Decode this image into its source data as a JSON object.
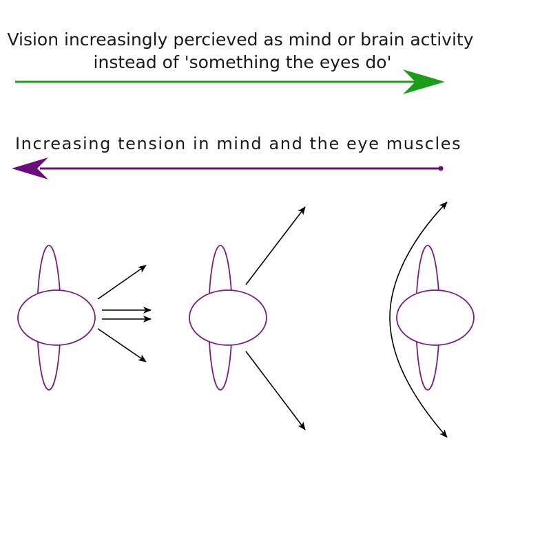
{
  "captions": {
    "vision_line1": "Vision increasingly percieved as mind or brain activity",
    "vision_line2": "instead of 'something the eyes do'",
    "tension": "Increasing tension in mind and the eye muscles"
  },
  "colors": {
    "vision_arrow": "#1a9e1a",
    "tension_arrow": "#6e0a80",
    "eye_outline": "#7a1a82",
    "ray": "#000000",
    "text": "#1a1a1a"
  },
  "eye_icons": [
    "eye-relaxed-icon",
    "eye-strained-icon",
    "eye-tense-icon"
  ]
}
